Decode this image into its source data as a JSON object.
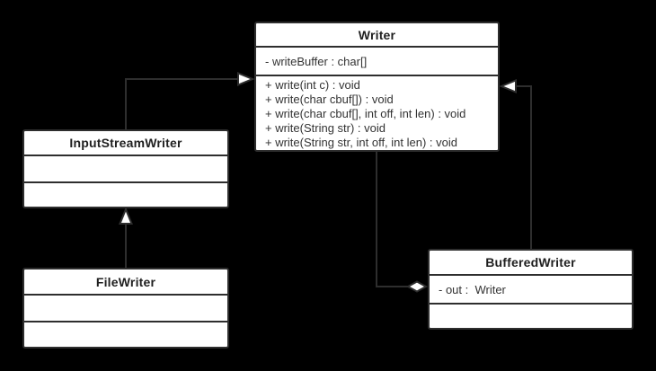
{
  "diagram": {
    "kind": "uml-class-diagram",
    "colors": {
      "background": "#000000",
      "box_fill": "#ffffff",
      "box_border": "#2e2e2e",
      "connector_line": "#2e2e2e",
      "arrowhead_fill": "#ffffff",
      "title_text": "#1f1f1f",
      "body_text": "#333333"
    }
  },
  "classes": {
    "writer": {
      "name": "Writer",
      "attributes": [
        "- writeBuffer : char[]"
      ],
      "methods": [
        "+ write(int c) : void",
        "+ write(char cbuf[]) : void",
        "+ write(char cbuf[], int off, int len) : void",
        "+ write(String str) : void",
        "+ write(String str, int off, int len) : void"
      ]
    },
    "inputStreamWriter": {
      "name": "InputStreamWriter",
      "attributes": [],
      "methods": []
    },
    "fileWriter": {
      "name": "FileWriter",
      "attributes": [],
      "methods": []
    },
    "bufferedWriter": {
      "name": "BufferedWriter",
      "attributes": [
        "- out :  Writer"
      ],
      "methods": []
    }
  },
  "relationships": [
    {
      "type": "generalization",
      "from": "InputStreamWriter",
      "to": "Writer"
    },
    {
      "type": "generalization",
      "from": "FileWriter",
      "to": "InputStreamWriter"
    },
    {
      "type": "generalization",
      "from": "BufferedWriter",
      "to": "Writer"
    },
    {
      "type": "aggregation",
      "whole": "BufferedWriter",
      "part": "Writer"
    }
  ]
}
